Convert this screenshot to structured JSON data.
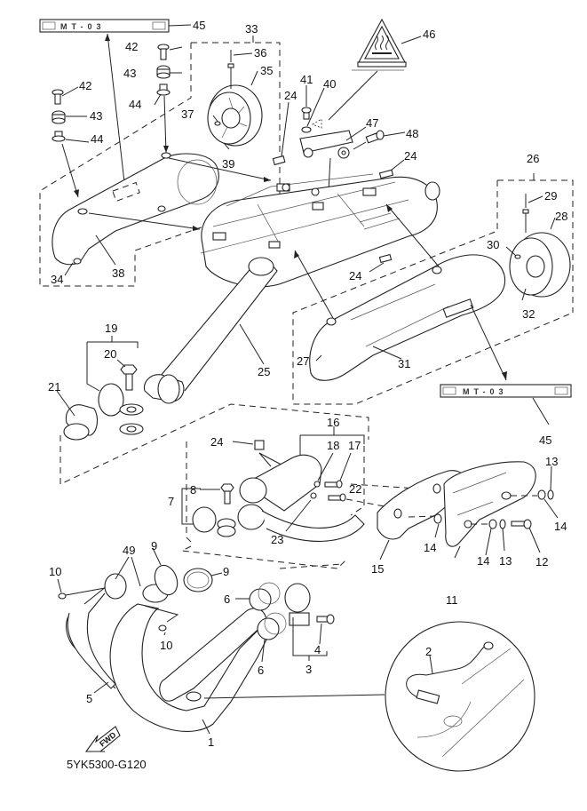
{
  "diagram": {
    "title": "Exhaust system exploded parts diagram",
    "drawing_code": "5YK5300-G120",
    "badge_text": "MT-03",
    "direction_marker": "FWD",
    "warning_label": "hot-surface-warning"
  },
  "callouts": [
    {
      "id": "45",
      "text": "45"
    },
    {
      "id": "33",
      "text": "33"
    },
    {
      "id": "36",
      "text": "36"
    },
    {
      "id": "35",
      "text": "35"
    },
    {
      "id": "42a",
      "text": "42"
    },
    {
      "id": "43a",
      "text": "43"
    },
    {
      "id": "44a",
      "text": "44"
    },
    {
      "id": "42b",
      "text": "42"
    },
    {
      "id": "43b",
      "text": "43"
    },
    {
      "id": "44b",
      "text": "44"
    },
    {
      "id": "37",
      "text": "37"
    },
    {
      "id": "39",
      "text": "39"
    },
    {
      "id": "24a",
      "text": "24"
    },
    {
      "id": "46",
      "text": "46"
    },
    {
      "id": "41",
      "text": "41"
    },
    {
      "id": "40",
      "text": "40"
    },
    {
      "id": "47",
      "text": "47"
    },
    {
      "id": "48",
      "text": "48"
    },
    {
      "id": "24b",
      "text": "24"
    },
    {
      "id": "26",
      "text": "26"
    },
    {
      "id": "29",
      "text": "29"
    },
    {
      "id": "28",
      "text": "28"
    },
    {
      "id": "30",
      "text": "30"
    },
    {
      "id": "34",
      "text": "34"
    },
    {
      "id": "38",
      "text": "38"
    },
    {
      "id": "24c",
      "text": "24"
    },
    {
      "id": "32",
      "text": "32"
    },
    {
      "id": "19",
      "text": "19"
    },
    {
      "id": "20",
      "text": "20"
    },
    {
      "id": "21",
      "text": "21"
    },
    {
      "id": "25",
      "text": "25"
    },
    {
      "id": "27",
      "text": "27"
    },
    {
      "id": "31",
      "text": "31"
    },
    {
      "id": "45b",
      "text": "45"
    },
    {
      "id": "16",
      "text": "16"
    },
    {
      "id": "24d",
      "text": "24"
    },
    {
      "id": "18",
      "text": "18"
    },
    {
      "id": "17",
      "text": "17"
    },
    {
      "id": "8",
      "text": "8"
    },
    {
      "id": "22",
      "text": "22"
    },
    {
      "id": "7",
      "text": "7"
    },
    {
      "id": "23",
      "text": "23"
    },
    {
      "id": "13a",
      "text": "13"
    },
    {
      "id": "14a",
      "text": "14"
    },
    {
      "id": "14b",
      "text": "14"
    },
    {
      "id": "15",
      "text": "15"
    },
    {
      "id": "14c",
      "text": "14"
    },
    {
      "id": "13b",
      "text": "13"
    },
    {
      "id": "12",
      "text": "12"
    },
    {
      "id": "11",
      "text": "11"
    },
    {
      "id": "49",
      "text": "49"
    },
    {
      "id": "9a",
      "text": "9"
    },
    {
      "id": "9b",
      "text": "9"
    },
    {
      "id": "10a",
      "text": "10"
    },
    {
      "id": "10b",
      "text": "10"
    },
    {
      "id": "6a",
      "text": "6"
    },
    {
      "id": "6b",
      "text": "6"
    },
    {
      "id": "4",
      "text": "4"
    },
    {
      "id": "3",
      "text": "3"
    },
    {
      "id": "2",
      "text": "2"
    },
    {
      "id": "5",
      "text": "5"
    },
    {
      "id": "1",
      "text": "1"
    }
  ]
}
